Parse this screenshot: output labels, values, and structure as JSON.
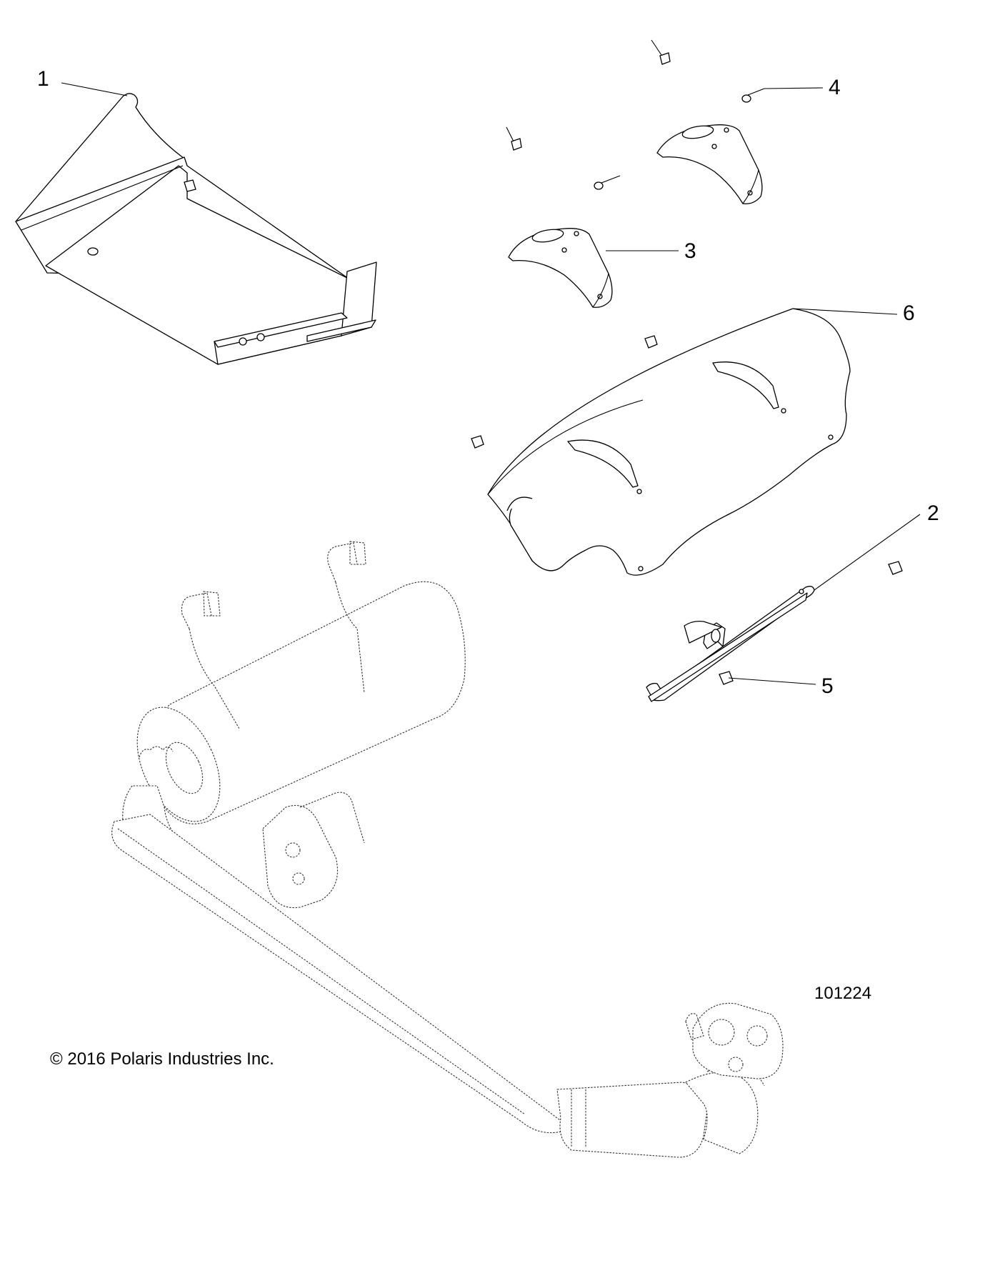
{
  "callouts": [
    {
      "id": "1",
      "label": "1"
    },
    {
      "id": "2",
      "label": "2"
    },
    {
      "id": "3",
      "label": "3"
    },
    {
      "id": "4",
      "label": "4"
    },
    {
      "id": "5",
      "label": "5"
    },
    {
      "id": "6",
      "label": "6"
    }
  ],
  "figure_number": "101224",
  "copyright": "© 2016 Polaris Industries Inc.",
  "colors": {
    "line": "#000000",
    "background": "#ffffff"
  }
}
